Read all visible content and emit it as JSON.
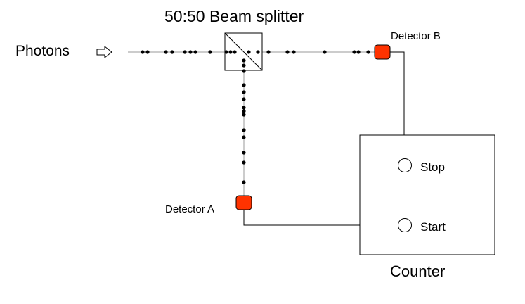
{
  "title": "50:50 Beam splitter",
  "source_label": "Photons",
  "detector_b_label": "Detector B",
  "detector_a_label": "Detector A",
  "stop_label": "Stop",
  "start_label": "Start",
  "counter_label": "Counter",
  "colors": {
    "detector_fill": "#ff3300",
    "line": "#999999",
    "wire": "#000000",
    "photon": "#000000"
  },
  "icons": {
    "source_arrow": "hollow-right-arrow-icon",
    "beam_splitter": "beam-splitter-cube-icon",
    "terminal": "hollow-circle-icon"
  }
}
